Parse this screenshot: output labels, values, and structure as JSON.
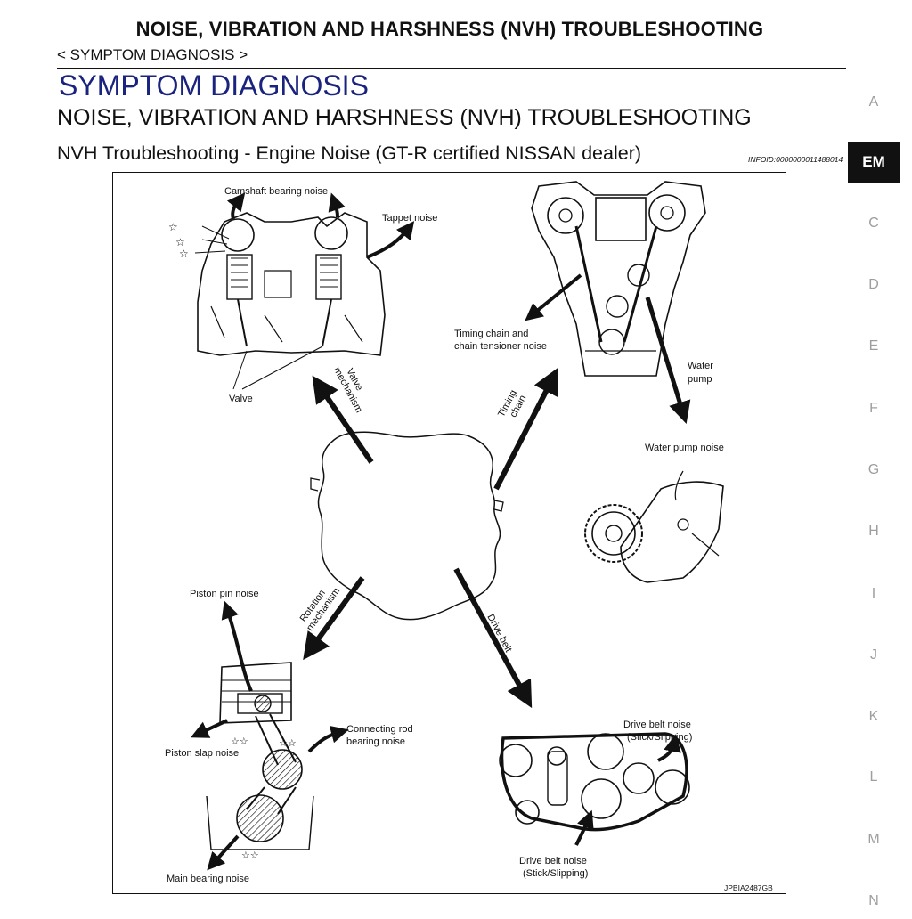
{
  "header": {
    "title": "NOISE, VIBRATION AND HARSHNESS (NVH) TROUBLESHOOTING",
    "breadcrumb": "< SYMPTOM DIAGNOSIS >"
  },
  "section": {
    "title": "SYMPTOM DIAGNOSIS",
    "subtitle": "NOISE, VIBRATION AND HARSHNESS (NVH) TROUBLESHOOTING"
  },
  "topic": {
    "title": "NVH Troubleshooting - Engine Noise (GT-R certified NISSAN dealer)",
    "info_id": "INFOID:0000000011488014"
  },
  "figure": {
    "labels": {
      "camshaft_bearing_noise": "Camshaft bearing noise",
      "tappet_noise": "Tappet noise",
      "valve": "Valve",
      "valve_mechanism_1": "Valve",
      "valve_mechanism_2": "mechanism",
      "timing_chain_1": "Timing",
      "timing_chain_2": "chain",
      "timing_chain_noise_1": "Timing chain and",
      "timing_chain_noise_2": "chain tensioner noise",
      "water_pump_1": "Water",
      "water_pump_2": "pump",
      "water_pump_noise": "Water pump noise",
      "rotation_mechanism_1": "Rotation",
      "rotation_mechanism_2": "mechanism",
      "drive_belt": "Drive belt",
      "piston_pin_noise": "Piston pin noise",
      "piston_slap_noise": "Piston slap noise",
      "connecting_rod_1": "Connecting rod",
      "connecting_rod_2": "bearing noise",
      "main_bearing_noise": "Main bearing noise",
      "drive_belt_noise_upper_1": "Drive belt noise",
      "drive_belt_noise_upper_2": "(Stick/Slipping)",
      "drive_belt_noise_lower_1": "Drive belt noise",
      "drive_belt_noise_lower_2": "(Stick/Slipping)",
      "figure_id": "JPBIA2487GB"
    }
  },
  "side_index": {
    "items": [
      "A",
      "EM",
      "C",
      "D",
      "E",
      "F",
      "G",
      "H",
      "I",
      "J",
      "K",
      "L",
      "M",
      "N"
    ],
    "active": "EM"
  }
}
